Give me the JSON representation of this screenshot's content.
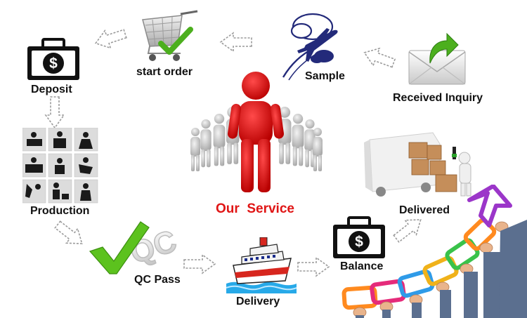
{
  "center": {
    "label": "Our  Service"
  },
  "steps": [
    {
      "id": "received-inquiry",
      "label": "Received Inquiry"
    },
    {
      "id": "sample",
      "label": "Sample"
    },
    {
      "id": "start-order",
      "label": "start order"
    },
    {
      "id": "deposit",
      "label": "Deposit"
    },
    {
      "id": "production",
      "label": "Production"
    },
    {
      "id": "qc-pass",
      "label": "QC Pass"
    },
    {
      "id": "delivery",
      "label": "Delivery"
    },
    {
      "id": "balance",
      "label": "Balance"
    },
    {
      "id": "delivered",
      "label": "Delivered"
    }
  ],
  "qc_badge": {
    "text": "QC"
  },
  "currency": {
    "symbol": "$"
  },
  "colors": {
    "accent_red": "#e01515",
    "check_green": "#5cc21e",
    "case_black": "#111111",
    "arrow_gray": "#9a9a9a",
    "plane_navy": "#232a7a"
  }
}
